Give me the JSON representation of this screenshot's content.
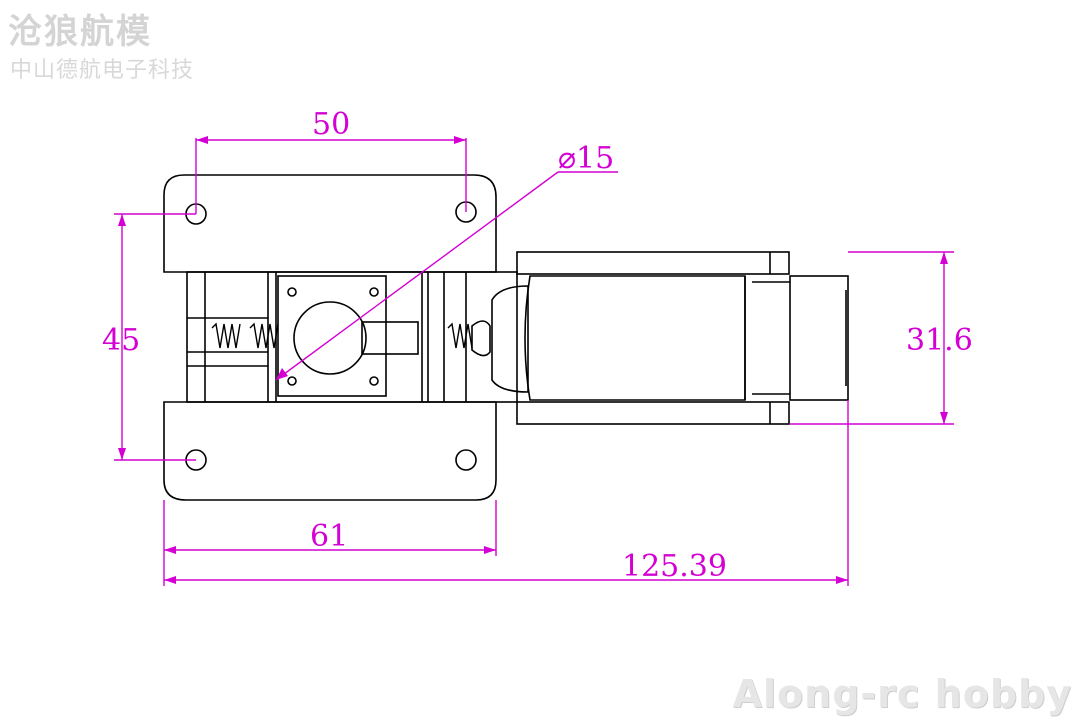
{
  "watermark": {
    "title": "沧狼航模",
    "subtitle": "中山德航电子科技",
    "brand": "Along-rc hobby"
  },
  "dimensions": {
    "hole_spacing_top": "50",
    "diameter": "⌀15",
    "hole_spacing_vertical": "45",
    "motor_height": "31.6",
    "plate_width": "61",
    "overall_length": "125.39"
  },
  "colors": {
    "outline": "#000000",
    "dimension": "#d400d4",
    "watermark": "#d4d4d4"
  }
}
